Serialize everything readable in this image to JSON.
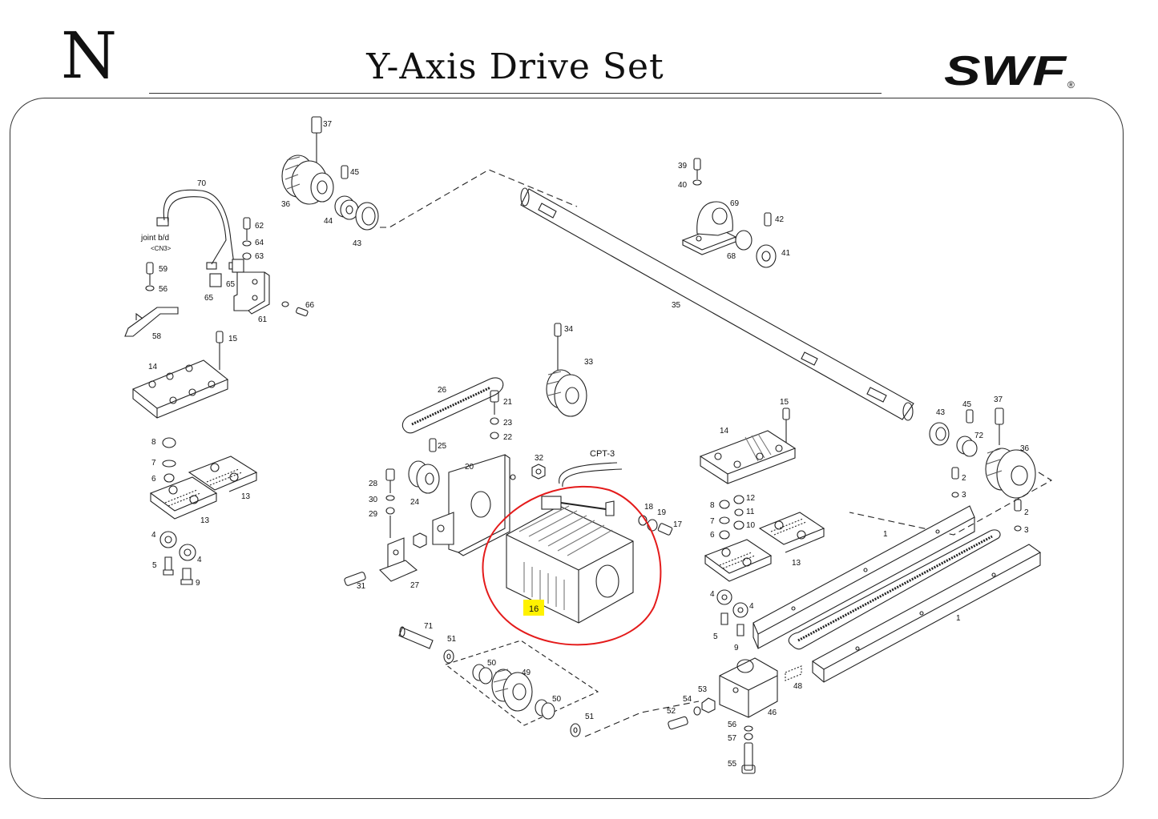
{
  "header": {
    "section_letter": "N",
    "title": "Y-Axis Drive Set",
    "brand": "SWF",
    "registered_mark": "®"
  },
  "annotations": {
    "joint_board": "joint b/d",
    "connector": "<CN3>",
    "cable": "CPT-3"
  },
  "highlight": {
    "part_number": "16",
    "circle_color": "#e41b1b",
    "label_bg_color": "#fff200"
  },
  "callouts": [
    {
      "id": "c37a",
      "label": "37"
    },
    {
      "id": "c45a",
      "label": "45"
    },
    {
      "id": "c36a",
      "label": "36"
    },
    {
      "id": "c44",
      "label": "44"
    },
    {
      "id": "c43a",
      "label": "43"
    },
    {
      "id": "c70",
      "label": "70"
    },
    {
      "id": "c62",
      "label": "62"
    },
    {
      "id": "c64",
      "label": "64"
    },
    {
      "id": "c63",
      "label": "63"
    },
    {
      "id": "c59",
      "label": "59"
    },
    {
      "id": "c56a",
      "label": "56"
    },
    {
      "id": "c65a",
      "label": "65"
    },
    {
      "id": "c65b",
      "label": "65"
    },
    {
      "id": "c66",
      "label": "66"
    },
    {
      "id": "c61",
      "label": "61"
    },
    {
      "id": "c58",
      "label": "58"
    },
    {
      "id": "c15a",
      "label": "15"
    },
    {
      "id": "c14a",
      "label": "14"
    },
    {
      "id": "c8a",
      "label": "8"
    },
    {
      "id": "c7a",
      "label": "7"
    },
    {
      "id": "c6a",
      "label": "6"
    },
    {
      "id": "c13a",
      "label": "13"
    },
    {
      "id": "c13b",
      "label": "13"
    },
    {
      "id": "c4a",
      "label": "4"
    },
    {
      "id": "c4b",
      "label": "4"
    },
    {
      "id": "c5a",
      "label": "5"
    },
    {
      "id": "c9a",
      "label": "9"
    },
    {
      "id": "c39",
      "label": "39"
    },
    {
      "id": "c40",
      "label": "40"
    },
    {
      "id": "c69",
      "label": "69"
    },
    {
      "id": "c42",
      "label": "42"
    },
    {
      "id": "c68",
      "label": "68"
    },
    {
      "id": "c41",
      "label": "41"
    },
    {
      "id": "c35",
      "label": "35"
    },
    {
      "id": "c34",
      "label": "34"
    },
    {
      "id": "c33",
      "label": "33"
    },
    {
      "id": "c26",
      "label": "26"
    },
    {
      "id": "c21",
      "label": "21"
    },
    {
      "id": "c23",
      "label": "23"
    },
    {
      "id": "c22",
      "label": "22"
    },
    {
      "id": "c25",
      "label": "25"
    },
    {
      "id": "c20",
      "label": "20"
    },
    {
      "id": "c32",
      "label": "32"
    },
    {
      "id": "c28",
      "label": "28"
    },
    {
      "id": "c24",
      "label": "24"
    },
    {
      "id": "c30",
      "label": "30"
    },
    {
      "id": "c29",
      "label": "29"
    },
    {
      "id": "c27",
      "label": "27"
    },
    {
      "id": "c31",
      "label": "31"
    },
    {
      "id": "c18",
      "label": "18"
    },
    {
      "id": "c19",
      "label": "19"
    },
    {
      "id": "c17",
      "label": "17"
    },
    {
      "id": "c15b",
      "label": "15"
    },
    {
      "id": "c14b",
      "label": "14"
    },
    {
      "id": "c8b",
      "label": "8"
    },
    {
      "id": "c12",
      "label": "12"
    },
    {
      "id": "c7b",
      "label": "7"
    },
    {
      "id": "c11",
      "label": "11"
    },
    {
      "id": "c6b",
      "label": "6"
    },
    {
      "id": "c10",
      "label": "10"
    },
    {
      "id": "c13c",
      "label": "13"
    },
    {
      "id": "c4c",
      "label": "4"
    },
    {
      "id": "c4d",
      "label": "4"
    },
    {
      "id": "c5b",
      "label": "5"
    },
    {
      "id": "c9b",
      "label": "9"
    },
    {
      "id": "c43b",
      "label": "43"
    },
    {
      "id": "c45b",
      "label": "45"
    },
    {
      "id": "c37b",
      "label": "37"
    },
    {
      "id": "c72",
      "label": "72"
    },
    {
      "id": "c36b",
      "label": "36"
    },
    {
      "id": "c2a",
      "label": "2"
    },
    {
      "id": "c3a",
      "label": "3"
    },
    {
      "id": "c2b",
      "label": "2"
    },
    {
      "id": "c3b",
      "label": "3"
    },
    {
      "id": "c1a",
      "label": "1"
    },
    {
      "id": "c1b",
      "label": "1"
    },
    {
      "id": "c71",
      "label": "71"
    },
    {
      "id": "c51a",
      "label": "51"
    },
    {
      "id": "c50a",
      "label": "50"
    },
    {
      "id": "c49",
      "label": "49"
    },
    {
      "id": "c50b",
      "label": "50"
    },
    {
      "id": "c51b",
      "label": "51"
    },
    {
      "id": "c48",
      "label": "48"
    },
    {
      "id": "c53",
      "label": "53"
    },
    {
      "id": "c54",
      "label": "54"
    },
    {
      "id": "c52",
      "label": "52"
    },
    {
      "id": "c46",
      "label": "46"
    },
    {
      "id": "c56b",
      "label": "56"
    },
    {
      "id": "c57",
      "label": "57"
    },
    {
      "id": "c55",
      "label": "55"
    }
  ]
}
